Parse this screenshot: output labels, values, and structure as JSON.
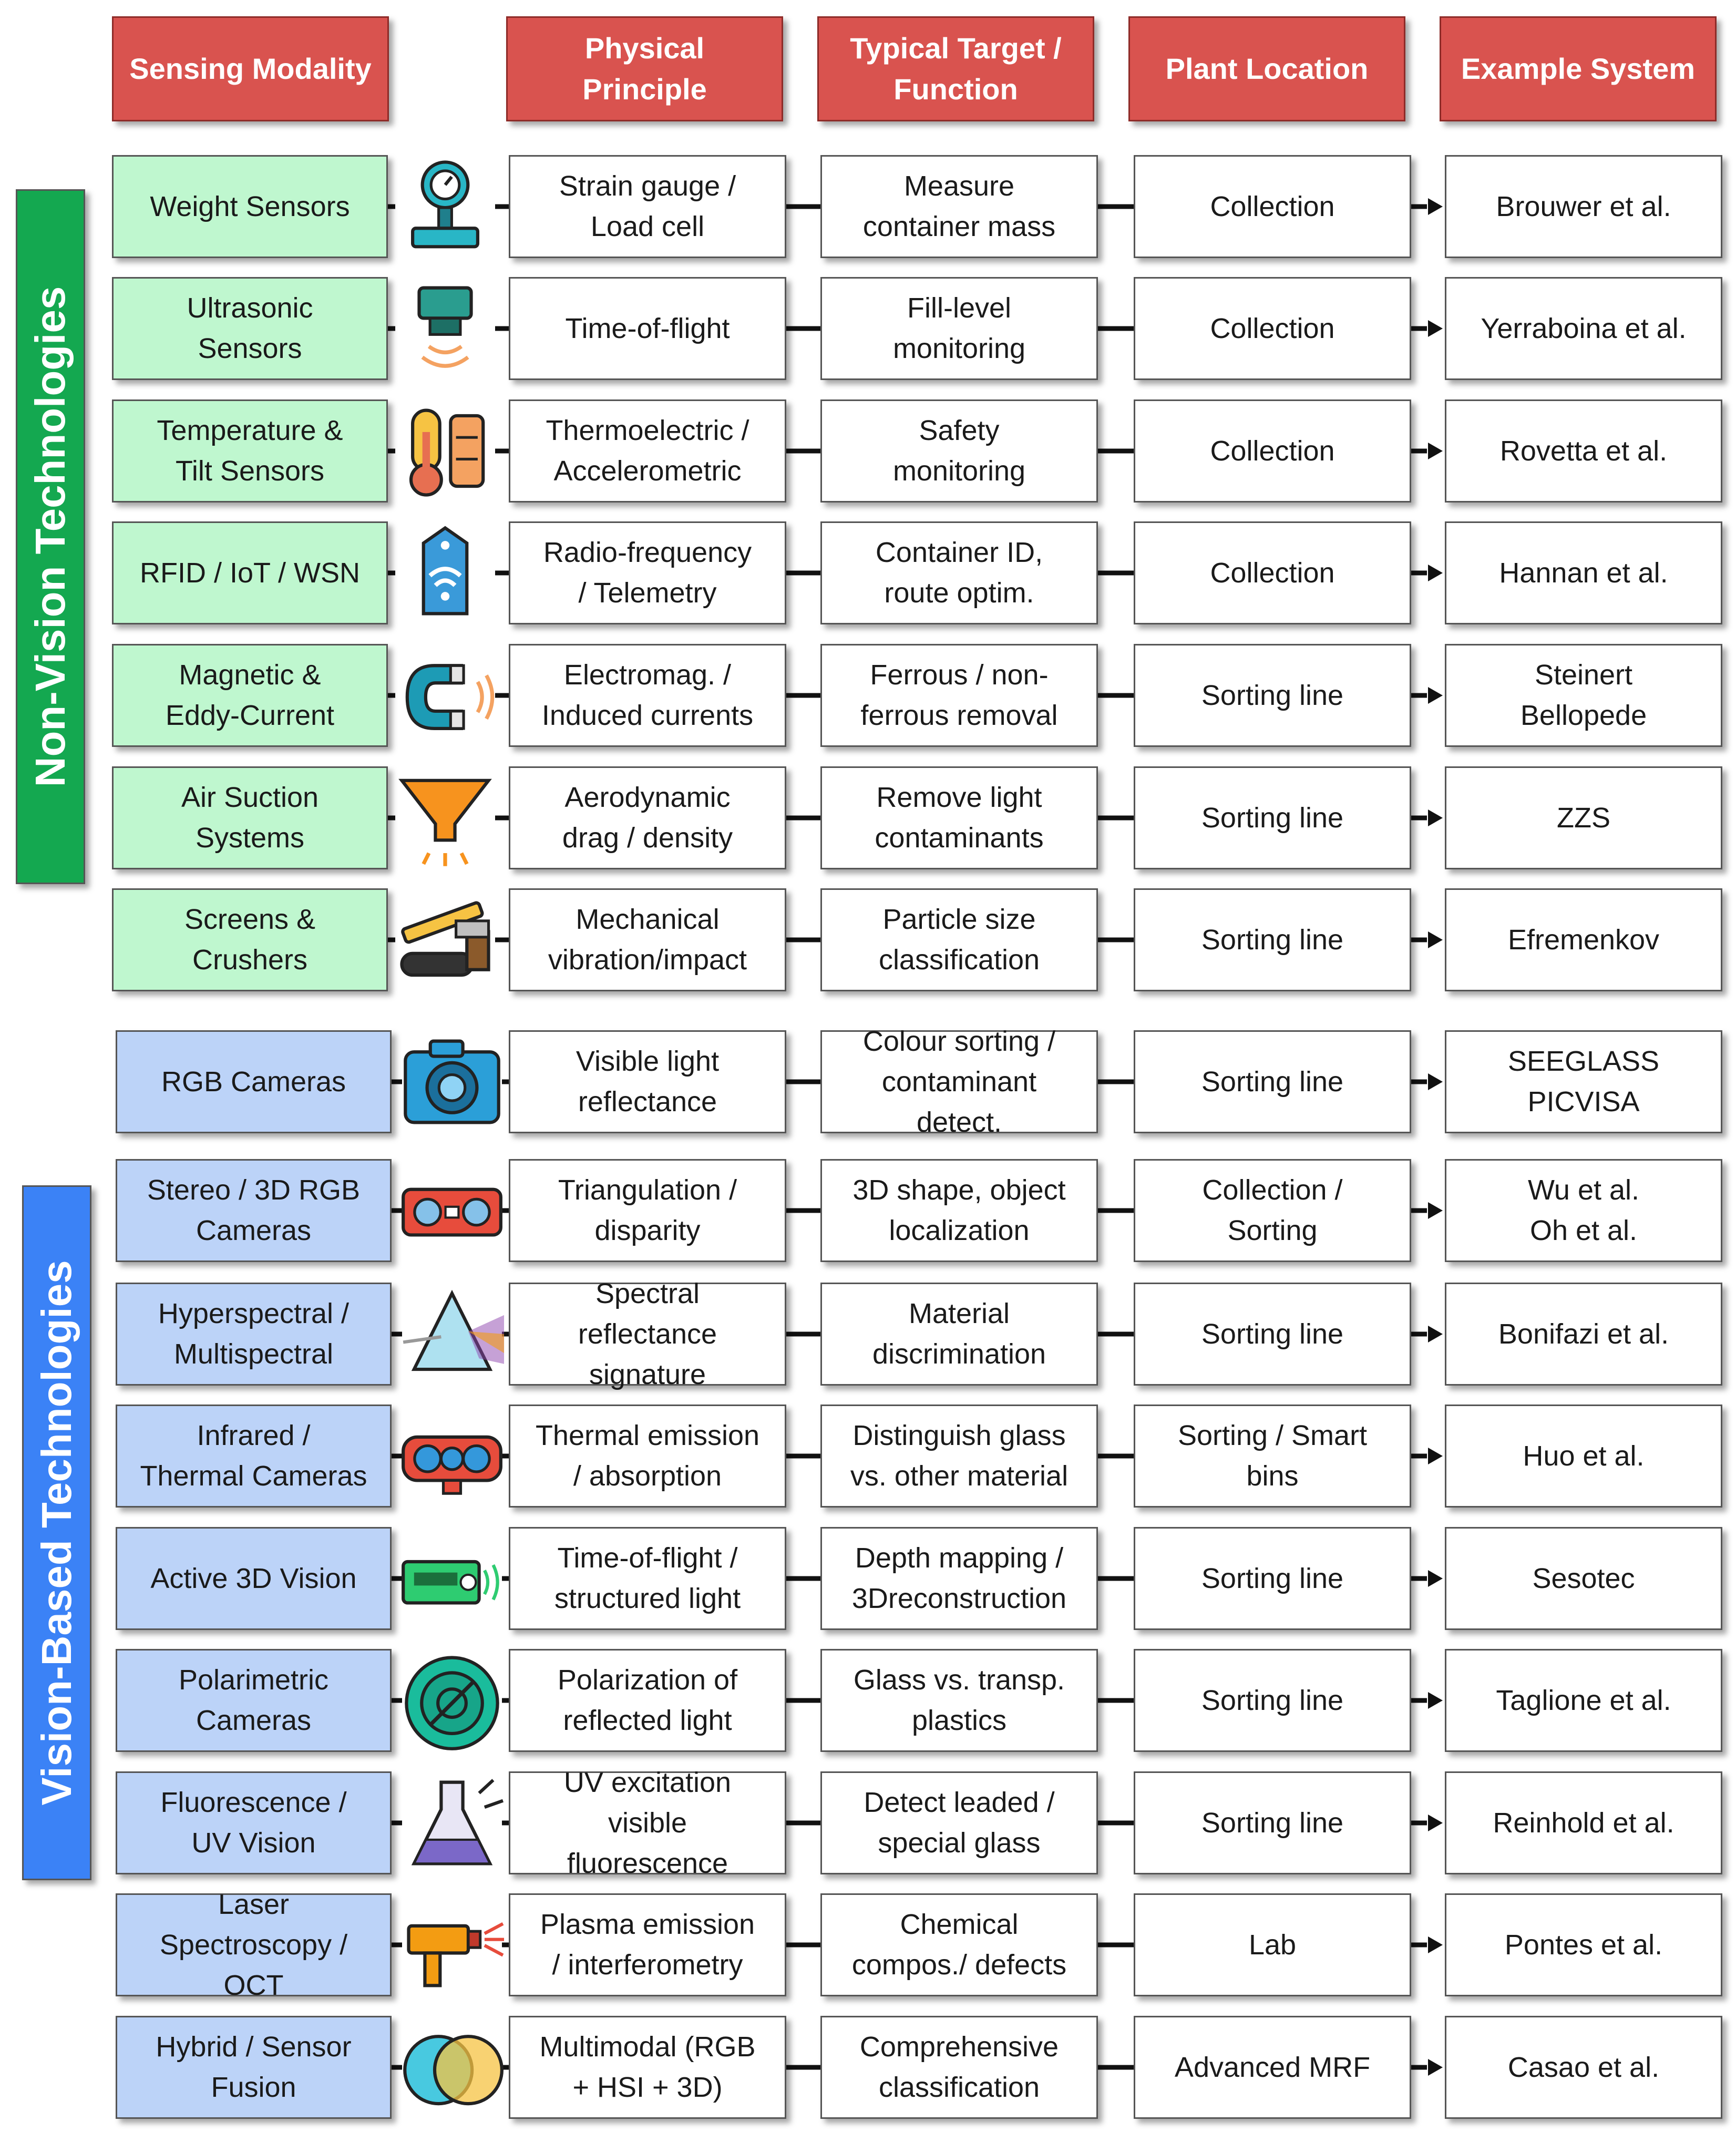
{
  "headers": {
    "modality": "Sensing Modality",
    "principle": "Physical\nPrinciple",
    "target": "Typical Target /\nFunction",
    "location": "Plant Location",
    "example": "Example System"
  },
  "groups": {
    "non_vision": {
      "label": "Non-Vision Technologies",
      "color": "#14a850"
    },
    "vision": {
      "label": "Vision-Based Technologies",
      "color": "#3b82f6"
    }
  },
  "rows": [
    {
      "group": "non_vision",
      "modality": "Weight Sensors",
      "icon": "scale-icon",
      "principle": "Strain gauge /\nLoad cell",
      "target": "Measure\ncontainer mass",
      "location": "Collection",
      "example": "Brouwer et al."
    },
    {
      "group": "non_vision",
      "modality": "Ultrasonic\nSensors",
      "icon": "ultrasonic-sensor-icon",
      "principle": "Time-of-flight",
      "target": "Fill-level\nmonitoring",
      "location": "Collection",
      "example": "Yerraboina et al."
    },
    {
      "group": "non_vision",
      "modality": "Temperature &\nTilt Sensors",
      "icon": "thermometer-icon",
      "principle": "Thermoelectric /\nAccelerometric",
      "target": "Safety\nmonitoring",
      "location": "Collection",
      "example": "Rovetta et al."
    },
    {
      "group": "non_vision",
      "modality": "RFID / IoT / WSN",
      "icon": "rfid-tag-icon",
      "principle": "Radio-frequency\n/ Telemetry",
      "target": "Container ID,\nroute optim.",
      "location": "Collection",
      "example": "Hannan et al."
    },
    {
      "group": "non_vision",
      "modality": "Magnetic &\nEddy-Current",
      "icon": "magnet-icon",
      "principle": "Electromag. /\nInduced currents",
      "target": "Ferrous / non-\nferrous removal",
      "location": "Sorting line",
      "example": "Steinert\nBellopede"
    },
    {
      "group": "non_vision",
      "modality": "Air Suction\nSystems",
      "icon": "funnel-icon",
      "principle": "Aerodynamic\ndrag / density",
      "target": "Remove light\ncontaminants",
      "location": "Sorting line",
      "example": "ZZS"
    },
    {
      "group": "non_vision",
      "modality": "Screens &\nCrushers",
      "icon": "crusher-icon",
      "principle": "Mechanical\nvibration/impact",
      "target": "Particle size\nclassification",
      "location": "Sorting line",
      "example": "Efremenkov"
    },
    {
      "group": "vision",
      "modality": "RGB Cameras",
      "icon": "camera-icon",
      "principle": "Visible light\nreflectance",
      "target": "Colour sorting /\ncontaminant\ndetect.",
      "location": "Sorting line",
      "example": "SEEGLASS\nPICVISA"
    },
    {
      "group": "vision",
      "modality": "Stereo / 3D RGB\nCameras",
      "icon": "stereo-camera-icon",
      "principle": "Triangulation /\ndisparity",
      "target": "3D shape, object\nlocalization",
      "location": "Collection /\nSorting",
      "example": "Wu et al.\nOh et al."
    },
    {
      "group": "vision",
      "modality": "Hyperspectral /\nMultispectral",
      "icon": "prism-icon",
      "principle": "Spectral\nreflectance\nsignature",
      "target": "Material\ndiscrimination",
      "location": "Sorting line",
      "example": "Bonifazi et al."
    },
    {
      "group": "vision",
      "modality": "Infrared /\nThermal Cameras",
      "icon": "thermal-camera-icon",
      "principle": "Thermal emission\n/ absorption",
      "target": "Distinguish glass\nvs. other material",
      "location": "Sorting / Smart\nbins",
      "example": "Huo et al."
    },
    {
      "group": "vision",
      "modality": "Active 3D Vision",
      "icon": "depth-sensor-icon",
      "principle": "Time-of-flight /\nstructured light",
      "target": "Depth mapping /\n3Dreconstruction",
      "location": "Sorting line",
      "example": "Sesotec"
    },
    {
      "group": "vision",
      "modality": "Polarimetric\nCameras",
      "icon": "polarizer-icon",
      "principle": "Polarization of\nreflected light",
      "target": "Glass vs. transp.\nplastics",
      "location": "Sorting line",
      "example": "Taglione et al."
    },
    {
      "group": "vision",
      "modality": "Fluorescence /\nUV Vision",
      "icon": "flask-icon",
      "principle": "UV excitation\nvisible\nfluorescence",
      "target": "Detect leaded /\nspecial glass",
      "location": "Sorting line",
      "example": "Reinhold et al."
    },
    {
      "group": "vision",
      "modality": "Laser\nSpectroscopy /\nOCT",
      "icon": "laser-icon",
      "principle": "Plasma emission\n/ interferometry",
      "target": "Chemical\ncompos./ defects",
      "location": "Lab",
      "example": "Pontes et al."
    },
    {
      "group": "vision",
      "modality": "Hybrid / Sensor\nFusion",
      "icon": "fusion-icon",
      "principle": "Multimodal (RGB\n+ HSI + 3D)",
      "target": "Comprehensive\nclassification",
      "location": "Advanced MRF",
      "example": "Casao et al."
    }
  ]
}
